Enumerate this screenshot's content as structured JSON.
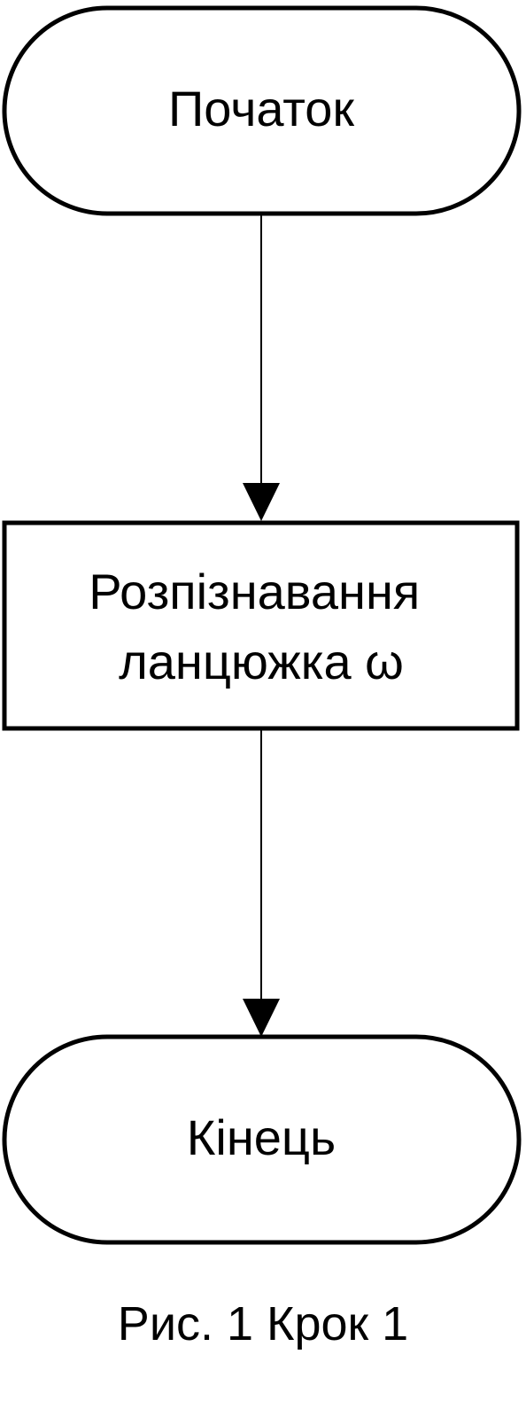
{
  "nodes": {
    "start": {
      "label": "Початок"
    },
    "process": {
      "line1": "Розпізнавання",
      "line2": "ланцюжка ω"
    },
    "end": {
      "label": "Кінець"
    }
  },
  "caption": "Рис. 1 Крок 1",
  "colors": {
    "stroke": "#000000",
    "fill": "#ffffff"
  }
}
